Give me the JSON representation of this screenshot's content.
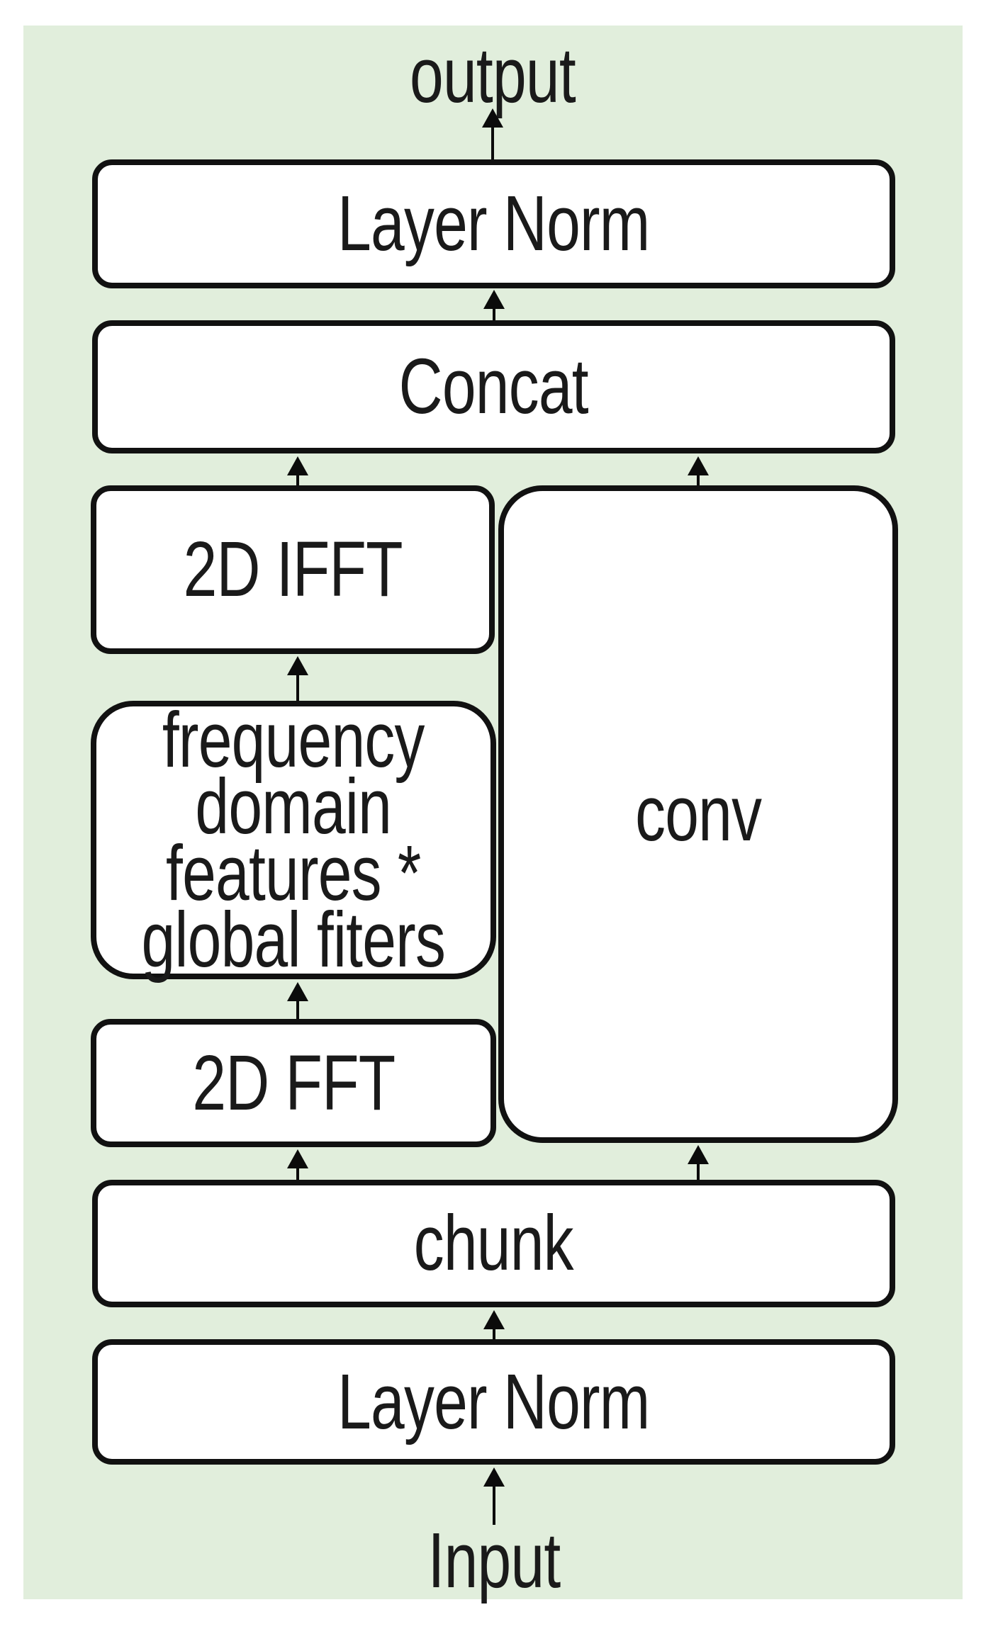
{
  "diagram": {
    "description": "Block diagram of a network layer combining frequency-domain filtering and convolution",
    "colors": {
      "panel_background": "#e1eedc",
      "node_fill": "#ffffff",
      "node_border": "#111111",
      "text": "#1a1a1a",
      "arrow": "#0b0b0b"
    },
    "labels": {
      "output": "output",
      "input": "Input"
    },
    "nodes": {
      "layer_norm_top": {
        "label": "Layer Norm"
      },
      "concat": {
        "label": "Concat"
      },
      "ifft2d": {
        "label": "2D IFFT"
      },
      "freq_filter": {
        "lines": [
          "frequency",
          "domain",
          "features *",
          "global fiters"
        ]
      },
      "fft2d": {
        "label": "2D FFT"
      },
      "conv": {
        "label": "conv"
      },
      "chunk": {
        "label": "chunk"
      },
      "layer_norm_bottom": {
        "label": "Layer Norm"
      }
    }
  }
}
